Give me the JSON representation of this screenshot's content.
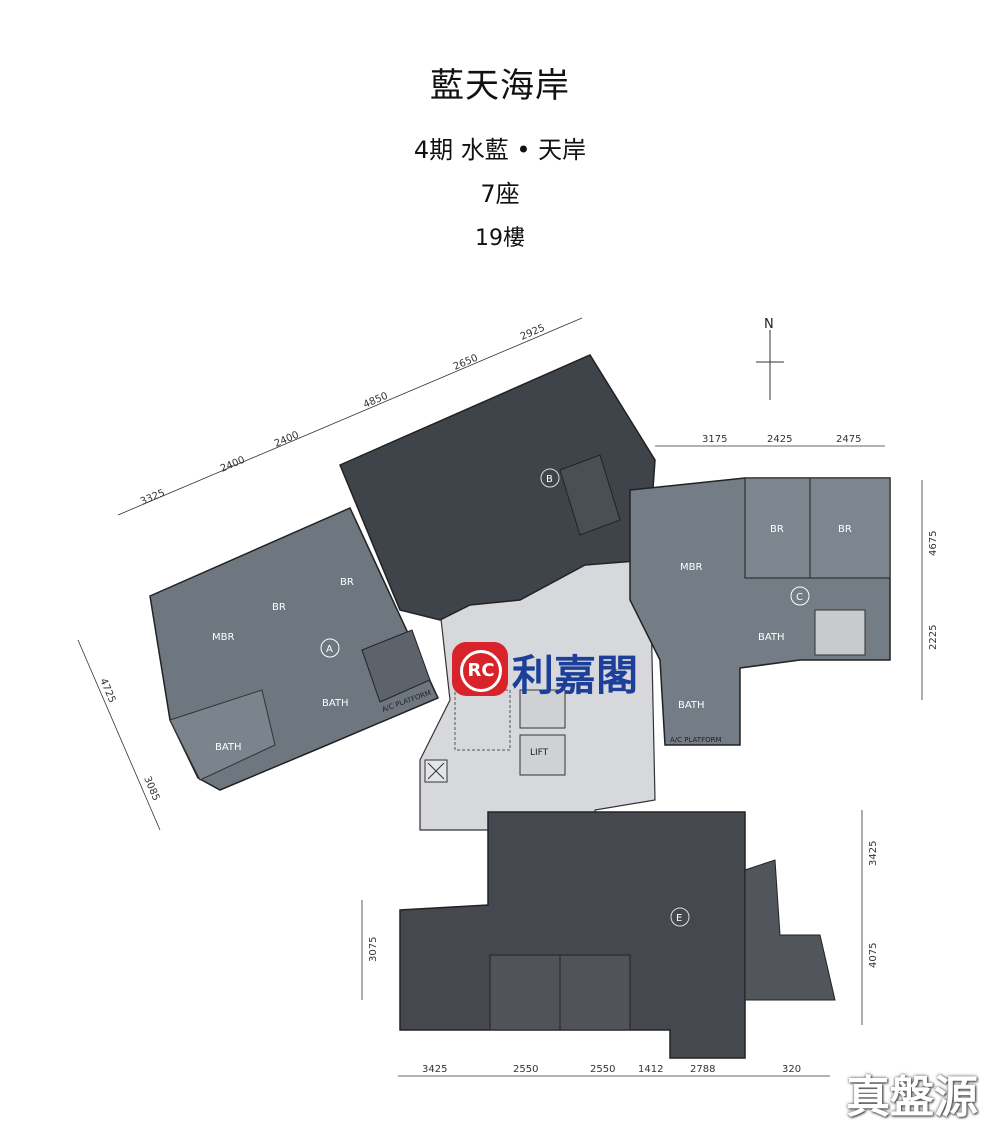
{
  "header": {
    "estate": "藍天海岸",
    "phase": "4期  水藍 • 天岸",
    "block": "7座",
    "floor": "19樓"
  },
  "compass": {
    "label": "N"
  },
  "units": {
    "a": "A",
    "b": "B",
    "c": "C",
    "e": "E"
  },
  "rooms": {
    "mbr": "MBR",
    "br": "BR",
    "bath": "BATH",
    "lift": "LIFT",
    "ac_platform": "A/C PLATFORM"
  },
  "dimensions": {
    "top_diag": [
      "3325",
      "2400",
      "2400",
      "4850",
      "2650",
      "2925"
    ],
    "top_right": [
      "3175",
      "2425",
      "2475"
    ],
    "right_upper": [
      "4675",
      "2225"
    ],
    "right_lower": [
      "3425",
      "4075"
    ],
    "left_diag": [
      "4725",
      "3085"
    ],
    "left_lower": "3075",
    "bottom": [
      "3425",
      "2550",
      "2550",
      "1412",
      "2788",
      "320"
    ]
  },
  "logo": {
    "mark": "RC",
    "name": "利嘉閣"
  },
  "watermark": "真盤源",
  "colors": {
    "unit_a": "#6e7680",
    "unit_b": "#3f444b",
    "unit_c": "#747c86",
    "unit_e": "#45494f",
    "core": "#d0d2d5"
  }
}
